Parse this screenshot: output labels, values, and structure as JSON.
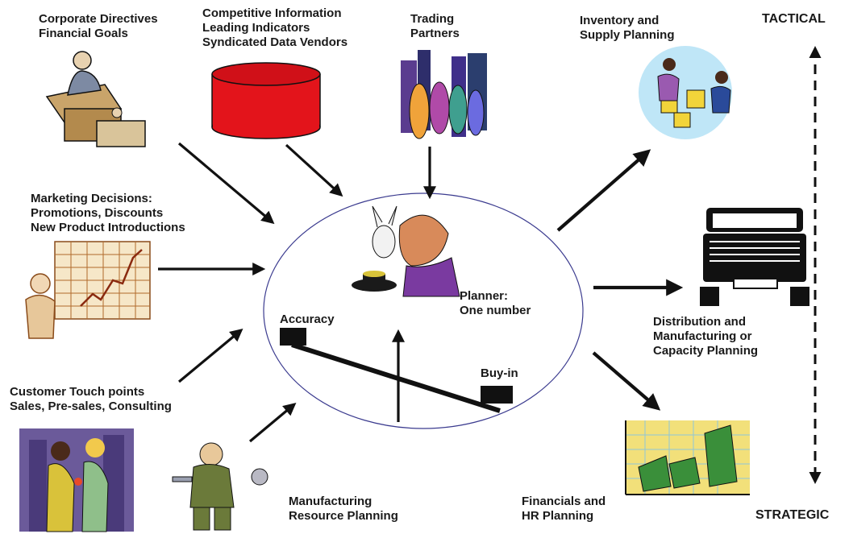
{
  "colors": {
    "ink": "#111111",
    "cylinder_red": "#e3141b",
    "ellipse_stroke": "#3b3b8f",
    "chart_gold": "#f2e07a",
    "money_green": "#3a8f3a"
  },
  "inputs": {
    "corporate": [
      "Corporate Directives",
      "Financial Goals"
    ],
    "competitive": [
      "Competitive Information",
      "Leading Indicators",
      "Syndicated Data Vendors"
    ],
    "trading": [
      "Trading",
      "Partners"
    ],
    "marketing": [
      "Marketing Decisions:",
      "Promotions, Discounts",
      "New Product Introductions"
    ],
    "customer": [
      "Customer Touch points",
      "Sales, Pre-sales, Consulting"
    ],
    "manufacturing": [
      "Manufacturing",
      "Resource Planning"
    ]
  },
  "center": {
    "planner": [
      "Planner:",
      "One number"
    ],
    "accuracy": "Accuracy",
    "buyin": "Buy-in"
  },
  "outputs": {
    "inventory": [
      "Inventory and",
      "Supply Planning"
    ],
    "distribution": [
      "Distribution and",
      "Manufacturing or",
      "Capacity Planning"
    ],
    "financials": [
      "Financials and",
      "HR Planning"
    ]
  },
  "scale": {
    "top": "TACTICAL",
    "bottom": "STRATEGIC"
  },
  "icons": [
    "executive-desk-icon",
    "database-cylinder-icon",
    "city-people-icon",
    "trend-chart-presenter-icon",
    "handshake-icon",
    "mechanic-icon",
    "magician-planner-icon",
    "warehouse-workers-icon",
    "truck-icon",
    "money-bar-chart-icon"
  ]
}
